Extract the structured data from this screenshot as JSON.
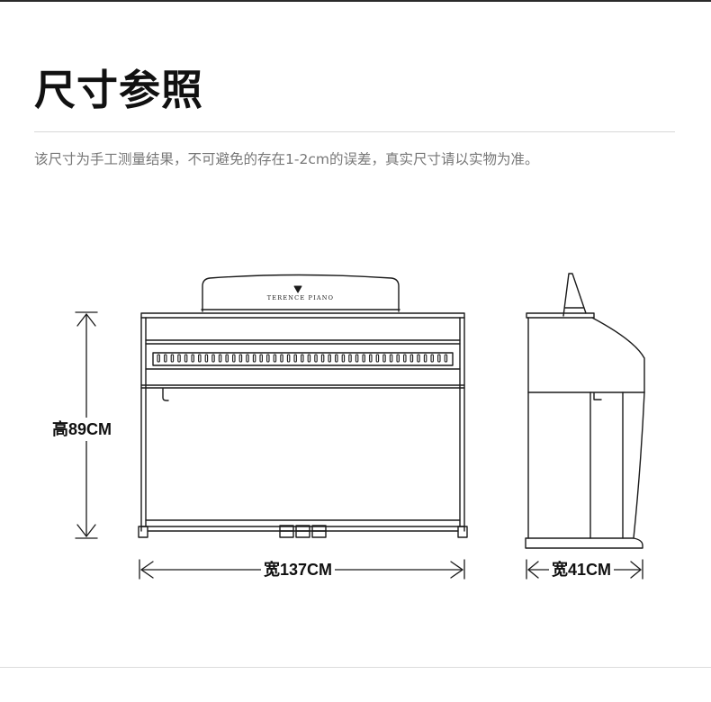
{
  "header": {
    "title": "尺寸参照",
    "note": "该尺寸为手工测量结果，不可避免的存在1-2cm的误差，真实尺寸请以实物为准。"
  },
  "piano": {
    "brand": "TERENCE PIANO"
  },
  "dimensions": {
    "height": "高89CM",
    "width": "宽137CM",
    "depth": "宽41CM"
  },
  "colors": {
    "line": "#1a1a1a",
    "note_text": "#777777"
  }
}
